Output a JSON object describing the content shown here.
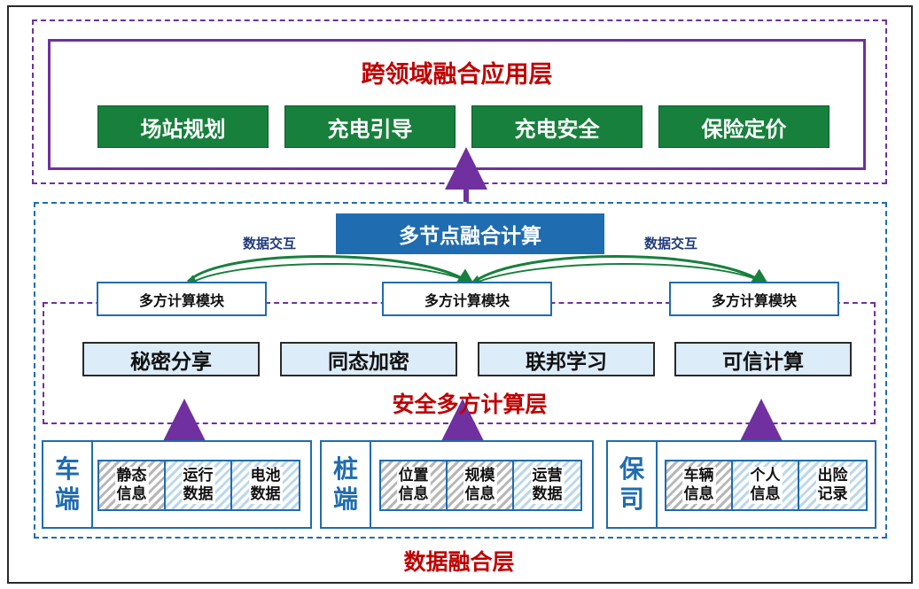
{
  "app_layer": {
    "title": "跨领域融合应用层",
    "buttons": [
      "场站规划",
      "充电引导",
      "充电安全",
      "保险定价"
    ]
  },
  "fusion_compute": {
    "title": "多节点融合计算",
    "exchange_left": "数据交互",
    "exchange_right": "数据交互",
    "modules": [
      "多方计算模块",
      "多方计算模块",
      "多方计算模块"
    ]
  },
  "secure_layer": {
    "title": "安全多方计算层",
    "techs": [
      "秘密分享",
      "同态加密",
      "联邦学习",
      "可信计算"
    ]
  },
  "data_layer": {
    "title": "数据融合层",
    "groups": [
      {
        "name_top": "车",
        "name_bottom": "端",
        "cells": [
          {
            "line1": "静态",
            "line2": "信息",
            "style": "gray"
          },
          {
            "line1": "运行",
            "line2": "数据",
            "style": "blue"
          },
          {
            "line1": "电池",
            "line2": "数据",
            "style": "blue"
          }
        ]
      },
      {
        "name_top": "桩",
        "name_bottom": "端",
        "cells": [
          {
            "line1": "位置",
            "line2": "信息",
            "style": "gray"
          },
          {
            "line1": "规模",
            "line2": "信息",
            "style": "gray"
          },
          {
            "line1": "运营",
            "line2": "数据",
            "style": "blue"
          }
        ]
      },
      {
        "name_top": "保",
        "name_bottom": "司",
        "cells": [
          {
            "line1": "车辆",
            "line2": "信息",
            "style": "gray"
          },
          {
            "line1": "个人",
            "line2": "信息",
            "style": "blue"
          },
          {
            "line1": "出险",
            "line2": "记录",
            "style": "blue"
          }
        ]
      }
    ]
  },
  "colors": {
    "purple": "#7030a0",
    "blue": "#1f6cb0",
    "green": "#17803c",
    "red": "#c00000"
  }
}
